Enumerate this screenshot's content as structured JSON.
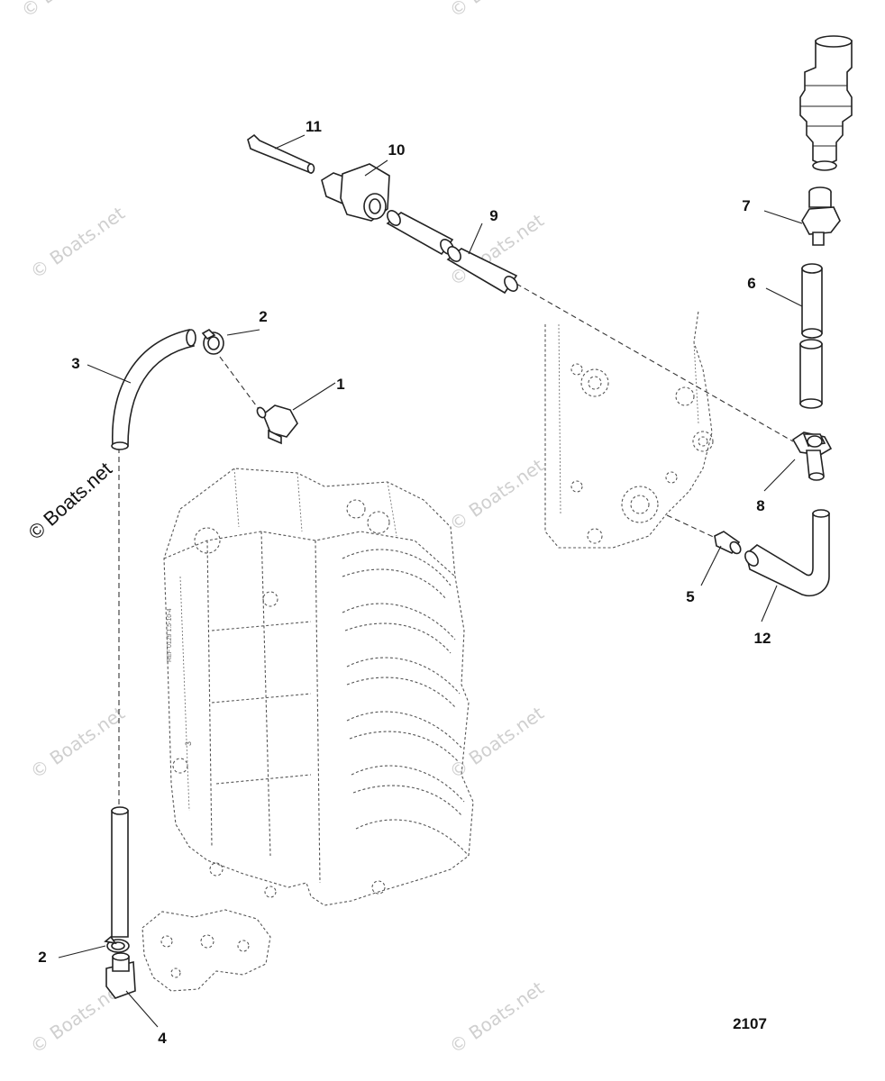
{
  "figure": {
    "number": "2107",
    "watermark_main": "© Boats.net",
    "watermark_faint": "© Boats.net"
  },
  "callouts": [
    "1",
    "2",
    "3",
    "11",
    "10",
    "9",
    "7",
    "6",
    "8",
    "5",
    "12",
    "2",
    "4"
  ],
  "block_markings": {
    "stamp": "REF 0129 1.5-10-4",
    "cyl_number": "3"
  },
  "colors": {
    "line": "#222222",
    "watermark": "#cfcfcf",
    "background": "#ffffff"
  }
}
